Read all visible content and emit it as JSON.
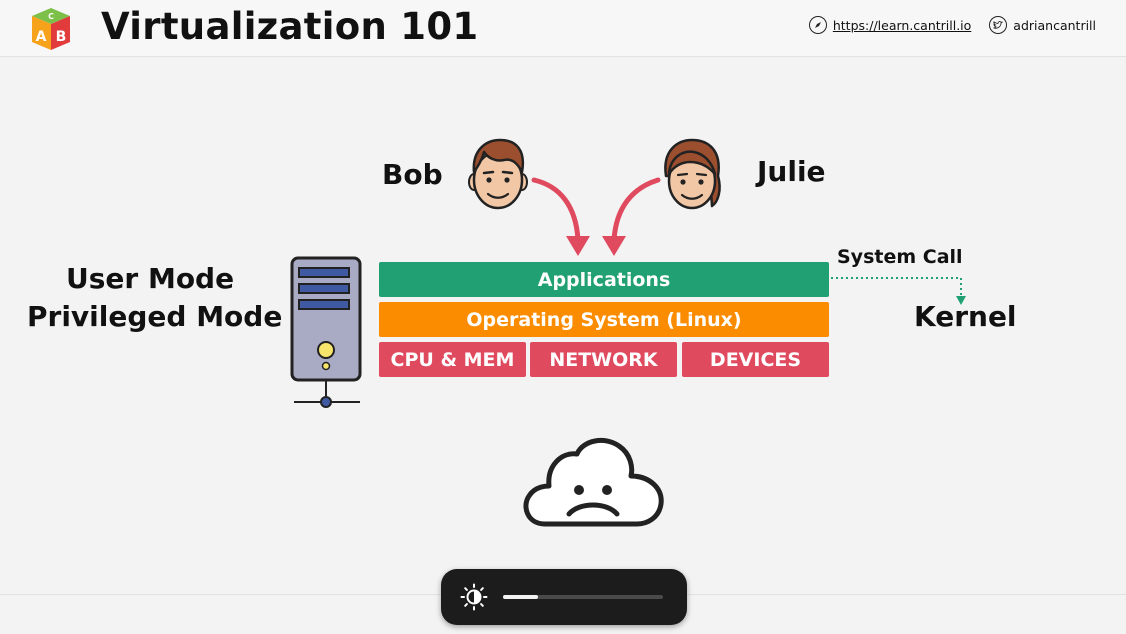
{
  "header": {
    "title": "Virtualization 101",
    "logo_letters": [
      "A",
      "B",
      "C"
    ],
    "website": "https://learn.cantrill.io",
    "twitter": "adriancantrill",
    "icons": {
      "website": "compass-icon",
      "twitter": "twitter-bird-icon"
    }
  },
  "diagram": {
    "people": [
      {
        "name": "Bob",
        "icon": "male-face-icon"
      },
      {
        "name": "Julie",
        "icon": "female-face-icon"
      }
    ],
    "modes": {
      "user": "User Mode",
      "privileged": "Privileged Mode"
    },
    "layers": {
      "applications": "Applications",
      "os": "Operating System (Linux)",
      "hardware": [
        "CPU & MEM",
        "NETWORK",
        "DEVICES"
      ]
    },
    "system_call": "System Call",
    "kernel": "Kernel",
    "server_icon": "server-tower-icon",
    "sad_icon": "sad-cloud-icon"
  },
  "colors": {
    "applications": "#21a073",
    "os": "#fb8c00",
    "hardware": "#e04a5f",
    "arrow": "#e04a5f",
    "system_call_line": "#21a073"
  },
  "brightness": {
    "icon": "brightness-icon",
    "level_percent": 22
  }
}
